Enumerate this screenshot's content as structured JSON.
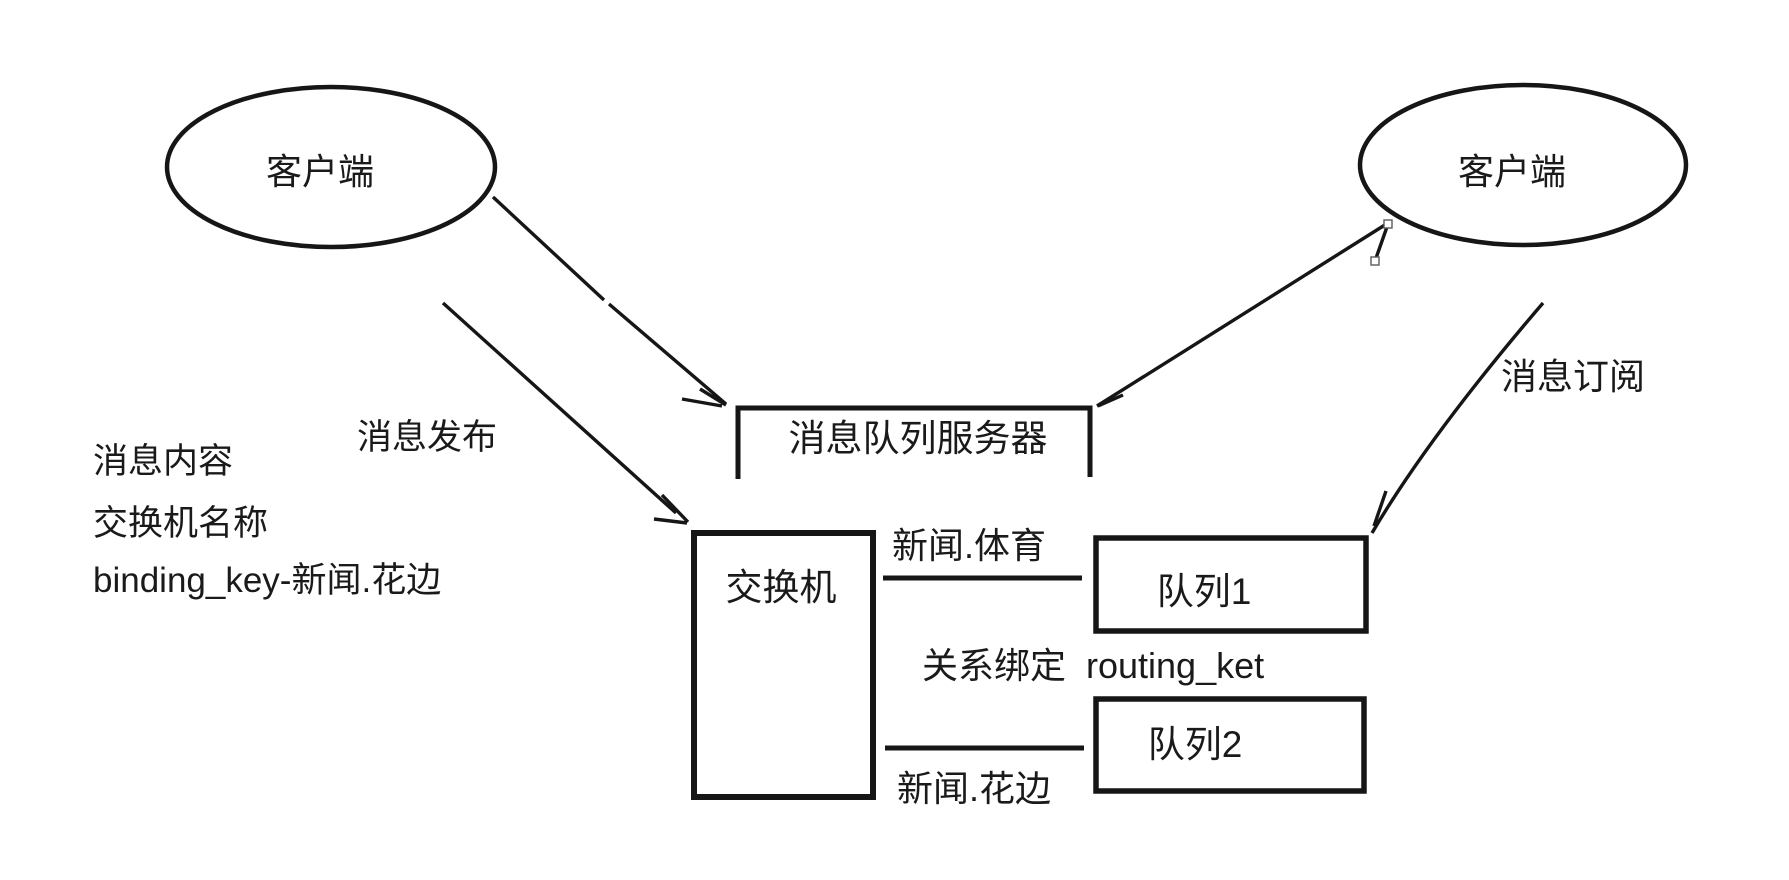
{
  "diagram": {
    "background": "#ffffff",
    "stroke_color": "#161616",
    "nodes": {
      "client_left": {
        "label": "客户端"
      },
      "client_right": {
        "label": "客户端"
      },
      "server": {
        "label": "消息队列服务器"
      },
      "exchange": {
        "label": "交换机"
      },
      "queue1": {
        "label": "队列1"
      },
      "queue2": {
        "label": "队列2"
      }
    },
    "edges": {
      "publish_label": "消息发布",
      "subscribe_label": "消息订阅",
      "routing_top_label": "新闻.体育",
      "binding_label": "关系绑定  routing_ket",
      "routing_bottom_label": "新闻.花边"
    },
    "notes": {
      "line1": "消息内容",
      "line2": "交换机名称",
      "line3": "binding_key-新闻.花边"
    }
  }
}
